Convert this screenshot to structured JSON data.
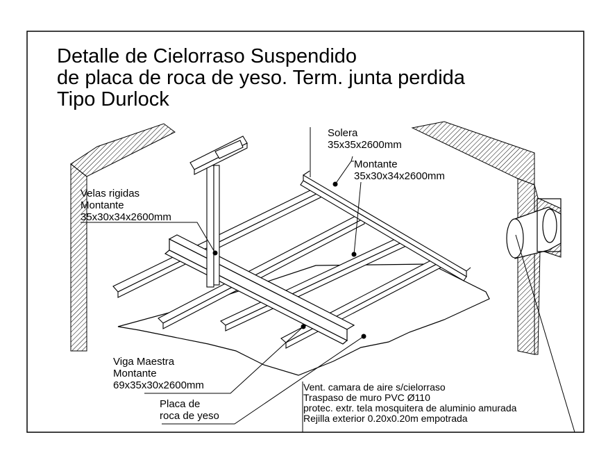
{
  "title": {
    "line1": "Detalle de Cielorraso  Suspendido",
    "line2": "de placa de roca de yeso. Term. junta perdida",
    "line3": "Tipo Durlock"
  },
  "labels": {
    "solera": [
      "Solera",
      "35x35x2600mm"
    ],
    "montante": [
      "Montante",
      "35x30x34x2600mm"
    ],
    "velas": [
      "Velas rigidas",
      "Montante",
      "35x30x34x2600mm"
    ],
    "viga": [
      "Viga Maestra",
      "Montante",
      "69x35x30x2600mm"
    ],
    "placa": [
      "Placa de",
      "roca de yeso"
    ],
    "vent": [
      "Vent. camara de aire s/cielorraso",
      "Traspaso de muro PVC Ø110",
      "protec. extr. tela mosquitera de aluminio amurada",
      "Rejilla exterior 0.20x0.20m empotrada"
    ]
  }
}
